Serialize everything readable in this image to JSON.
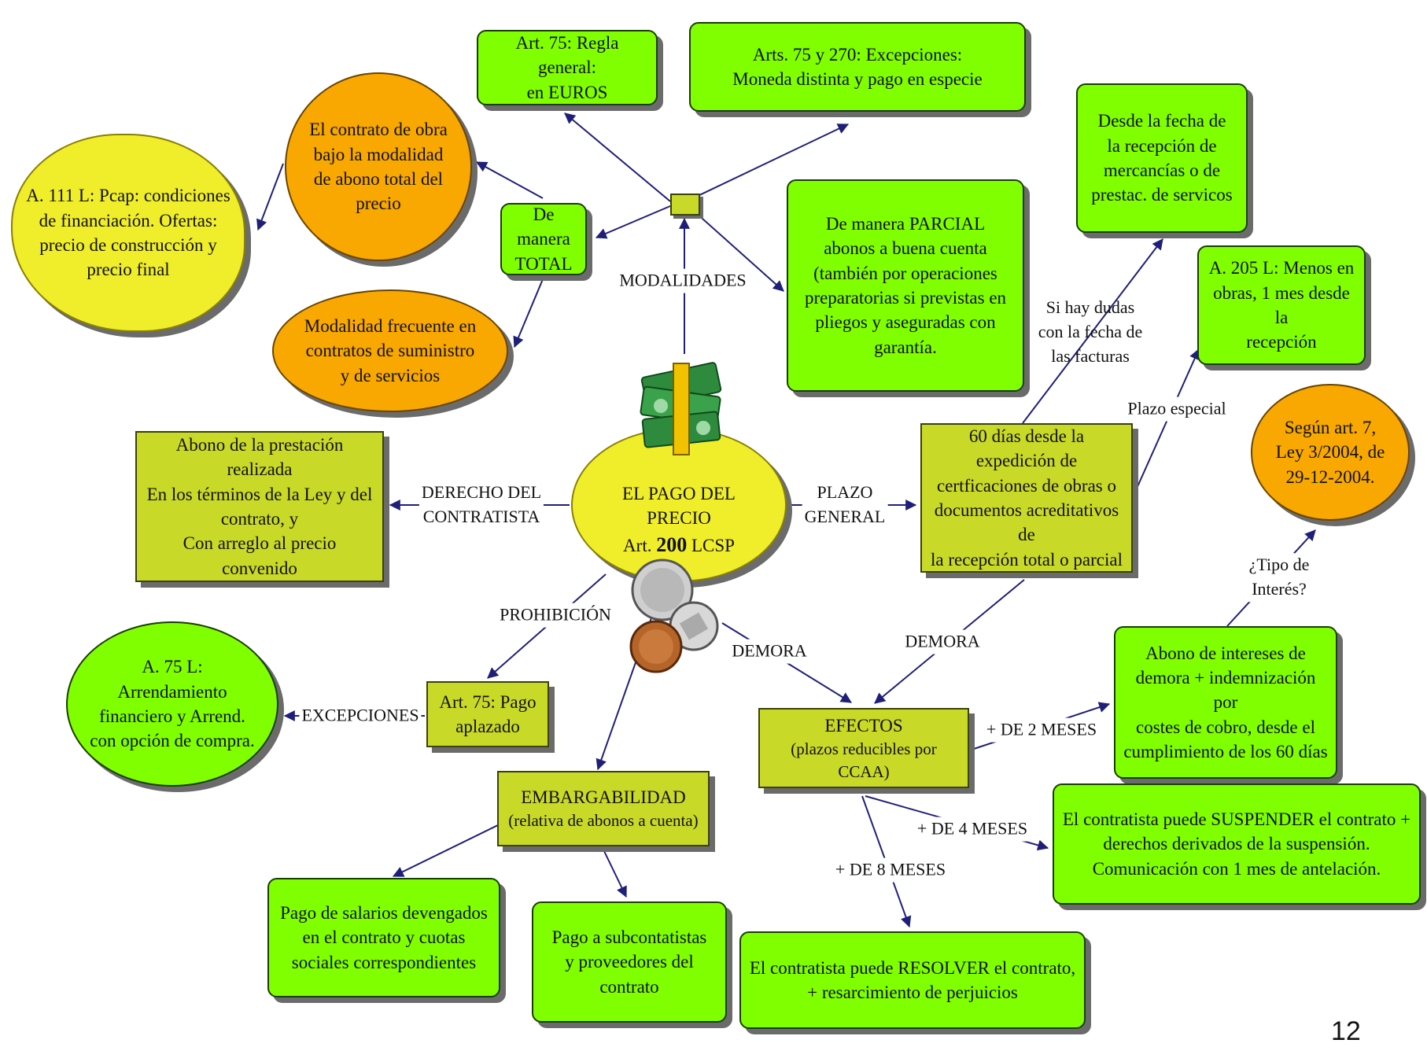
{
  "nodes": {
    "center": {
      "line1": "EL PAGO DEL",
      "line2": "PRECIO",
      "art_pre": "Art. ",
      "art_num": "200",
      "art_post": " LCSP"
    },
    "modalidades_hub": "",
    "regla_general": "Art. 75: Regla general:\nen EUROS",
    "excepciones_moneda": "Arts. 75 y 270: Excepciones:\nMoneda distinta y pago en especie",
    "manera_total": "De manera\nTOTAL",
    "contrato_obra": "El contrato de obra\nbajo la modalidad\nde abono total del\nprecio",
    "financiacion": "A. 111 L: Pcap: condiciones\nde financiación. Ofertas:\nprecio de construcción y\nprecio final",
    "modalidad_frecuente": "Modalidad frecuente en\ncontratos de suministro\ny de servicios",
    "manera_parcial": "De manera PARCIAL\nabonos a buena cuenta\n(también por operaciones\npreparatorias si previstas en\npliegos y aseguradas con\ngarantía.",
    "fecha_recepcion": "Desde la fecha de\nla recepción de\nmercancías o  de\nprestac. de servicos",
    "art_205": "A. 205 L: Menos en\nobras, 1 mes desde la\nrecepción",
    "art_7": "Según art. 7,\nLey 3/2004, de\n29-12-2004.",
    "abono_prestacion": "Abono de la prestación realizada\nEn los términos de la Ley y del\ncontrato,  y\nCon arreglo al precio convenido",
    "sesenta_dias": "60 días desde la expedición de\ncertficaciones de obras o\ndocumentos acreditativos de\nla recepción total o parcial",
    "art_75_l": "A. 75 L:\nArrendamiento\nfinanciero y Arrend.\ncon opción de compra.",
    "pago_aplazado": "Art. 75: Pago\naplazado",
    "efectos_title": "EFECTOS",
    "efectos_sub": "(plazos reducibles por CCAA)",
    "intereses": "Abono de intereses de\ndemora + indemnización por\ncostes de cobro, desde el\ncumplimiento de los 60 días",
    "suspender": "El contratista puede SUSPENDER el contrato +\nderechos derivados de la suspensión.\nComunicación con 1 mes de antelación.",
    "resolver": "El contratista puede RESOLVER el contrato,\n+ resarcimiento de perjuicios",
    "embargabilidad_title": "EMBARGABILIDAD",
    "embargabilidad_sub": "(relativa de abonos a cuenta)",
    "salarios": "Pago de salarios devengados\nen el contrato y cuotas\nsociales correspondientes",
    "subcontratistas": "Pago a subcontatistas\ny proveedores del\ncontrato"
  },
  "labels": {
    "modalidades": "MODALIDADES",
    "derecho": "DERECHO DEL\nCONTRATISTA",
    "plazo_general": "PLAZO\nGENERAL",
    "prohibicion": "PROHIBICIÓN",
    "demora_left": "DEMORA",
    "demora_right": "DEMORA",
    "excepciones": "EXCEPCIONES",
    "dudas": "Si hay dudas\ncon la fecha de\nlas facturas",
    "plazo_especial": "Plazo especial",
    "tipo_interes": "¿Tipo de\nInterés?",
    "dos_meses": "+ DE 2 MESES",
    "cuatro_meses": "+ DE 4 MESES",
    "ocho_meses": "+ DE 8 MESES"
  },
  "page_number": "12",
  "colors": {
    "green": "#7fff00",
    "olive": "#c9d928",
    "orange": "#f8a800",
    "yellow": "#f0ee2a",
    "line": "#1f1f7a"
  },
  "icons": [
    "money-stack-icon",
    "coins-icon"
  ]
}
